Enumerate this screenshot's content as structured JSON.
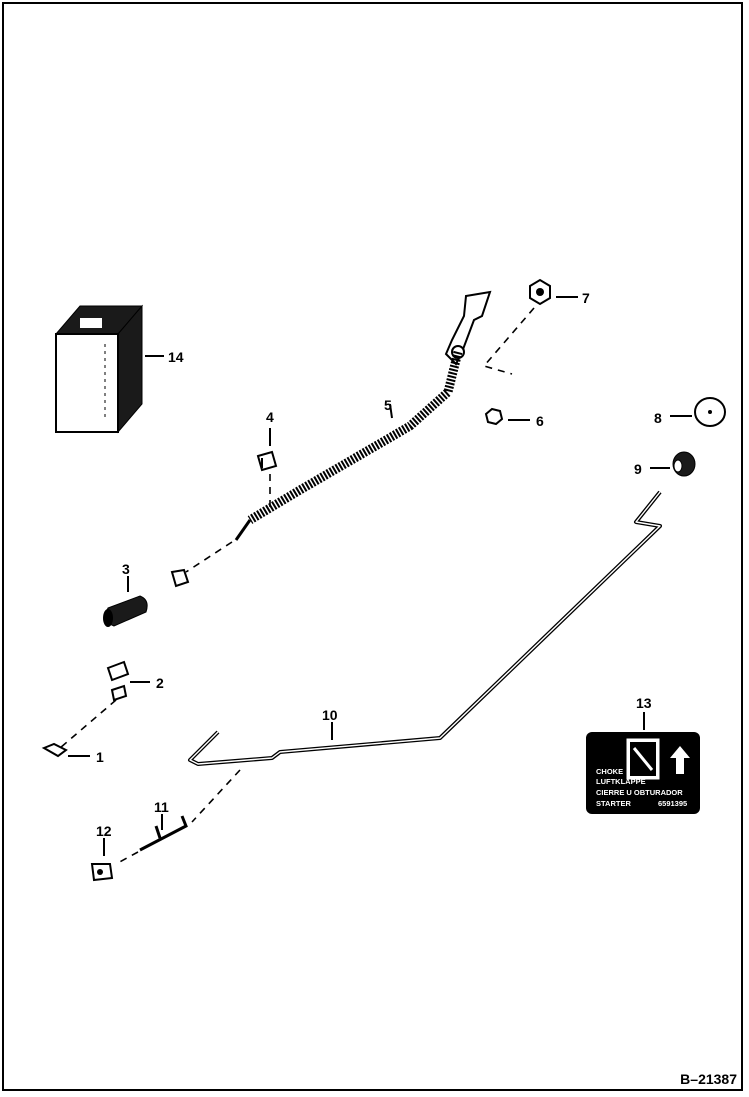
{
  "callouts": {
    "c1": "1",
    "c2": "2",
    "c3": "3",
    "c4": "4",
    "c5": "5",
    "c6": "6",
    "c7": "7",
    "c8": "8",
    "c9": "9",
    "c10": "10",
    "c11": "11",
    "c12": "12",
    "c13": "13",
    "c14": "14"
  },
  "decal": {
    "line1": "CHOKE",
    "line2": "LUFTKLAPPE",
    "line3": "CIERRE U OBTURADOR",
    "line4": "STARTER",
    "part_no": "6591395"
  },
  "figure_id": "B–21387"
}
